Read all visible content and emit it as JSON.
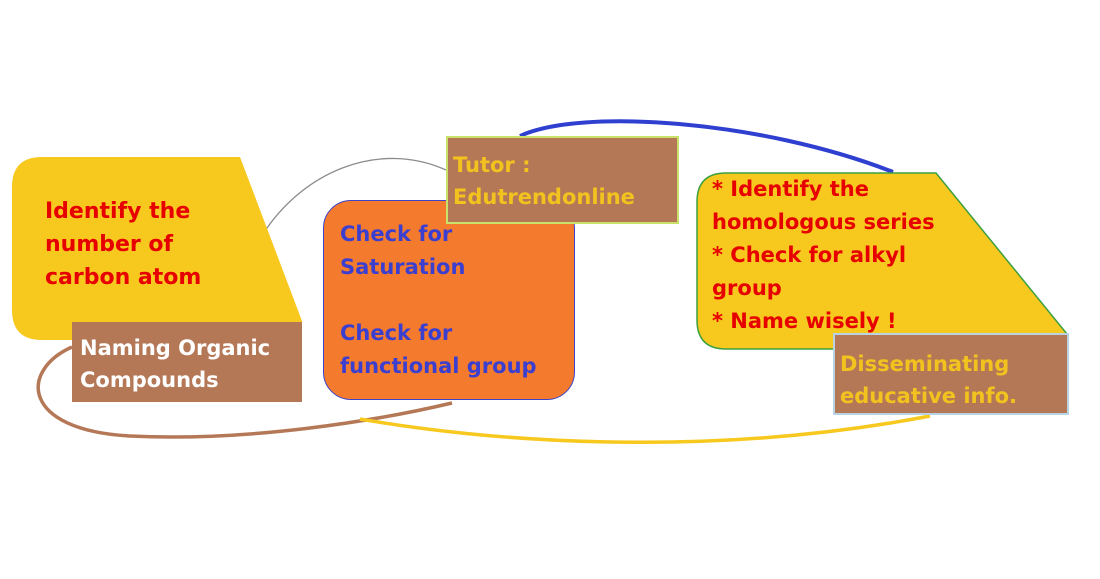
{
  "colors": {
    "yellow": "#f7c81e",
    "orange": "#f47a2e",
    "brown": "#b57857",
    "red_text": "#e60000",
    "blue_text": "#3b3fd0",
    "gold_text": "#f2c21e"
  },
  "nodes": {
    "carbon": {
      "lines": [
        "Identify the",
        "number of",
        "carbon atom"
      ]
    },
    "title": {
      "lines": [
        "Naming Organic",
        "Compounds"
      ]
    },
    "checks": {
      "lines": [
        "Check for",
        "Saturation",
        "",
        "Check for",
        "functional group"
      ]
    },
    "tutor": {
      "lines": [
        "Tutor :",
        "Edutrendonline"
      ]
    },
    "steps": {
      "lines": [
        "* Identify the",
        "homologous series",
        "* Check for alkyl",
        "group",
        "* Name wisely !"
      ]
    },
    "disseminating": {
      "lines": [
        "Disseminating",
        "educative info."
      ]
    }
  }
}
